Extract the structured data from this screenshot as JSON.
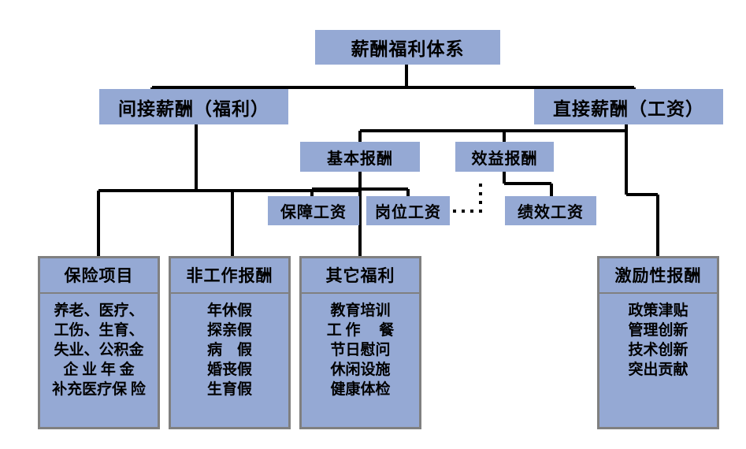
{
  "diagram": {
    "title": "薪酬福利体系",
    "nodes": {
      "root": "薪酬福利体系",
      "indirect": "间接薪酬（福利）",
      "direct": "直接薪酬（工资）",
      "basic_pay": "基本报酬",
      "benefit_pay": "效益报酬",
      "guarantee_wage": "保障工资",
      "post_wage": "岗位工资",
      "performance_wage": "绩效工资"
    },
    "panels": [
      {
        "header": "保险项目",
        "items": [
          "养老、医疗、",
          "工伤、生育、",
          "失业、公积金",
          "企 业 年 金",
          "补充医疗保 险"
        ]
      },
      {
        "header": "非工作报酬",
        "items": [
          "年休假",
          "探亲假",
          "病　假",
          "婚丧假",
          "生育假"
        ]
      },
      {
        "header": "其它福利",
        "items": [
          "教育培训",
          "工 作 　餐",
          "节日慰问",
          "休闲设施",
          "健康体检"
        ]
      },
      {
        "header": "激励性报酬",
        "items": [
          "政策津贴",
          "管理创新",
          "技术创新",
          "突出贡献"
        ]
      }
    ],
    "colors": {
      "node_fill": "#95a9d4",
      "panel_border": "#808080",
      "connector": "#000000",
      "background": "#ffffff"
    },
    "connector_styles": {
      "solid": "solid",
      "dotted": "dotted"
    }
  }
}
